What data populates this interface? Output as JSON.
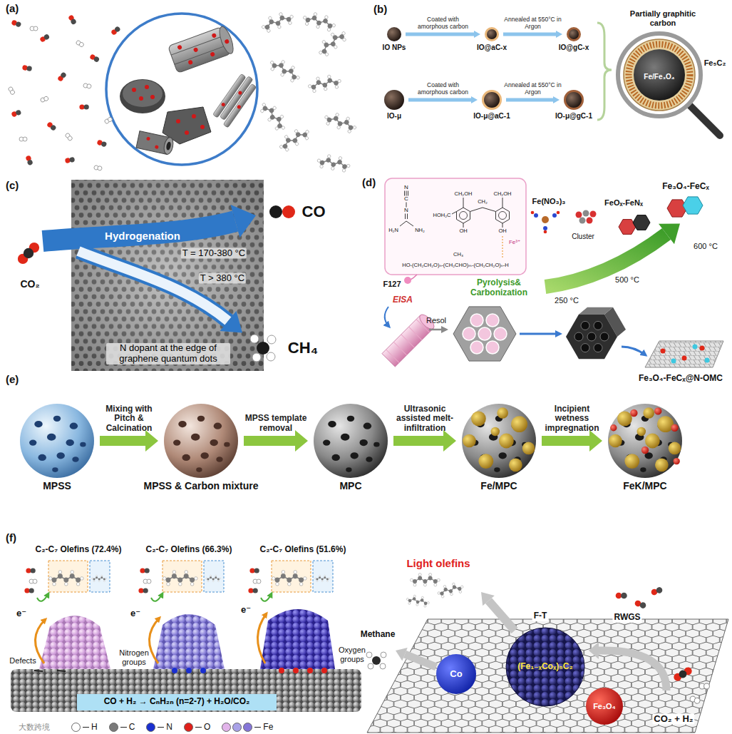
{
  "diagram": {
    "nodes": [
      {
        "text": [
          "IO NPs"
        ]
      },
      {
        "text": [
          "IO@aC-x"
        ]
      },
      {
        "text": [
          "IO@gC-x"
        ]
      },
      {
        "text": [
          "IO-μ"
        ]
      },
      {
        "text": [
          "IO-μ@aC-1"
        ]
      },
      {
        "text": [
          "IO-μ@gC-1"
        ]
      },
      {
        "text": [
          "MPSS"
        ]
      },
      {
        "text": [
          "MPSS & Carbon mixture"
        ]
      },
      {
        "text": [
          "MPC"
        ]
      },
      {
        "text": [
          "Fe/MPC"
        ]
      },
      {
        "text": [
          "FeK/MPC"
        ]
      }
    ],
    "edges": [
      {
        "from": 0,
        "to": 1,
        "label": "Coated with amorphous carbon",
        "arrow": "to"
      },
      {
        "from": 1,
        "to": 2,
        "label": "Annealed at 550°C in Argon",
        "arrow": "to"
      },
      {
        "from": 3,
        "to": 4,
        "label": "Coated with amorphous carbon",
        "arrow": "to"
      },
      {
        "from": 4,
        "to": 5,
        "label": "Annealed at 550°C in Argon",
        "arrow": "to"
      },
      {
        "from": 6,
        "to": 7,
        "label": "Mixing with Pitch & Calcination",
        "arrow": "to"
      },
      {
        "from": 7,
        "to": 8,
        "label": "MPSS template removal",
        "arrow": "to"
      },
      {
        "from": 8,
        "to": 9,
        "label": "Ultrasonic assisted melt-infiltration",
        "arrow": "to"
      },
      {
        "from": 9,
        "to": 10,
        "label": "Incipient wetness impregnation",
        "arrow": "to"
      }
    ],
    "labels": [
      "(a)",
      "(b)",
      "Partially graphitic carbon",
      "Fe₅C₂",
      "Fe/Fe₃O₄",
      "(c)",
      "CO₂",
      "Hydrogenation",
      "CO",
      "T = 170-380 °C",
      "T > 380 °C",
      "CH₄",
      "N dopant at the edge of graphene quantum dots",
      "(d)",
      "Fe³⁺",
      "F127",
      "EISA",
      "Resol",
      "Pyrolysis& Carbonization",
      "Fe(NO₃)₃",
      "Cluster",
      "FeOₓ-FeNₓ",
      "Fe₃O₄-FeCₓ",
      "250 °C",
      "500 °C",
      "600 °C",
      "Fe₃O₄-FeCₓ@N-OMC",
      "(e)",
      "(f)",
      "C₂-C₇ Olefins (72.4%)",
      "C₂-C₇ Olefins (66.3%)",
      "C₂-C₇ Olefins (51.6%)",
      "e⁻",
      "e⁻",
      "e⁻",
      "Defects",
      "Nitrogen groups",
      "Oxygen groups",
      "CO + H₂ → CₙH₂ₙ (n=2-7) + H₂O/CO₂",
      "Light olefins",
      "F-T",
      "RWGS",
      "Methane",
      "Co",
      "(Fe₁₋ₓCoₓ)₅C₂",
      "Fe₃O₄",
      "CO₂ + H₂",
      "大数跨境",
      "N",
      "C",
      "N",
      "H₂N",
      "NH₂",
      "CH₂OH",
      "CH₂OH",
      "HOH₂C",
      "OH",
      "CH₂",
      "OH",
      "CH₃",
      "HO-(CH₂CH₂O)ₙ-(CH₂CHO)ₘ-(CH₂CH₂O)ₙ-H"
    ],
    "legend": [
      {
        "text": "H",
        "color": "#ffffff"
      },
      {
        "text": "C",
        "color": "#7a7a7a"
      },
      {
        "text": "N",
        "color": "#1a2fd0"
      },
      {
        "text": "O",
        "color": "#e0201a"
      },
      {
        "text": "Fe",
        "color": "#8576d8"
      }
    ]
  }
}
